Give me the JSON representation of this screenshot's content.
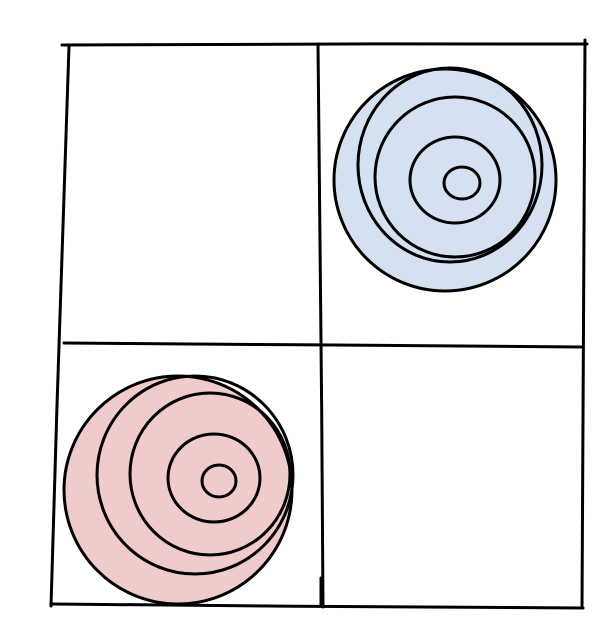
{
  "colors": {
    "background": "#ffffff",
    "stroke": "#000000",
    "blue_piece": "#d5e1f1",
    "red_piece": "#efcbcb"
  },
  "board": {
    "rows": 2,
    "columns": 2,
    "cells": [
      {
        "row": 1,
        "column": 1,
        "content": "empty"
      },
      {
        "row": 1,
        "column": 2,
        "content": "blue-piece"
      },
      {
        "row": 2,
        "column": 1,
        "content": "red-piece"
      },
      {
        "row": 2,
        "column": 2,
        "content": "empty"
      }
    ]
  },
  "pieces": [
    {
      "color_key": "blue_piece",
      "row": 1,
      "column": 2,
      "icon": "blue-spiral-token-icon"
    },
    {
      "color_key": "red_piece",
      "row": 2,
      "column": 1,
      "icon": "red-spiral-token-icon"
    }
  ]
}
